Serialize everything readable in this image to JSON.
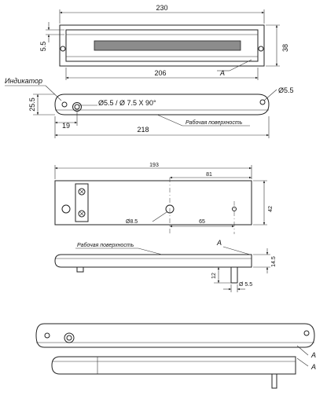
{
  "view1": {
    "dim_total_length": "230",
    "dim_height": "38",
    "dim_step": "5.5",
    "dim_inner_length": "206",
    "label_a": "A"
  },
  "view2": {
    "label_indicator": "Индикатор",
    "dim_height": "25.5",
    "hole_note": "Ø5.5 / Ø 7.5 X 90°",
    "dim_hole_right": "Ø5.5",
    "dim_hole_offset": "19",
    "dim_length": "218",
    "label_working_surface": "Рабочая поверхность"
  },
  "view3": {
    "dim_length": "193",
    "dim_81": "81",
    "dim_height": "42",
    "dim_bore": "Ø8.5",
    "dim_65": "65"
  },
  "view4": {
    "label_working_surface": "Рабочая поверхность",
    "label_a": "A",
    "dim_height": "14.5",
    "dim_pin_length": "12",
    "dim_pin_dia": "Ø 5.5"
  },
  "view5": {
    "label_a_upper": "A",
    "label_a_lower": "A"
  }
}
